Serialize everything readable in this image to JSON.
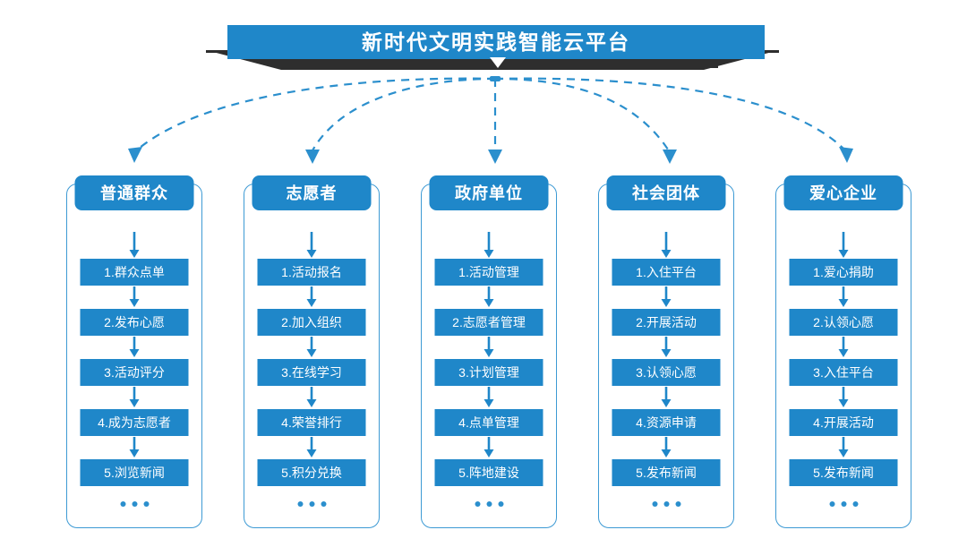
{
  "theme": {
    "accent_blue": "#1f87c9",
    "outline_blue": "#3d9ad4",
    "ribbon_dark": "#2e2e2e",
    "background": "#ffffff",
    "text_white": "#ffffff"
  },
  "header": {
    "title": "新时代文明实践智能云平台",
    "chevron_icon": "chevron-down-icon"
  },
  "columns": [
    {
      "id": "ordinary-public",
      "title": "普通群众",
      "items": [
        "1.群众点单",
        "2.发布心愿",
        "3.活动评分",
        "4.成为志愿者",
        "5.浏览新闻"
      ],
      "more": "..."
    },
    {
      "id": "volunteer",
      "title": "志愿者",
      "items": [
        "1.活动报名",
        "2.加入组织",
        "3.在线学习",
        "4.荣誉排行",
        "5.积分兑换"
      ],
      "more": "..."
    },
    {
      "id": "government-unit",
      "title": "政府单位",
      "items": [
        "1.活动管理",
        "2.志愿者管理",
        "3.计划管理",
        "4.点单管理",
        "5.阵地建设"
      ],
      "more": "..."
    },
    {
      "id": "social-group",
      "title": "社会团体",
      "items": [
        "1.入住平台",
        "2.开展活动",
        "3.认领心愿",
        "4.资源申请",
        "5.发布新闻"
      ],
      "more": "..."
    },
    {
      "id": "charity-enterprise",
      "title": "爱心企业",
      "items": [
        "1.爱心捐助",
        "2.认领心愿",
        "3.入住平台",
        "4.开展活动",
        "5.发布新闻"
      ],
      "more": "..."
    }
  ]
}
